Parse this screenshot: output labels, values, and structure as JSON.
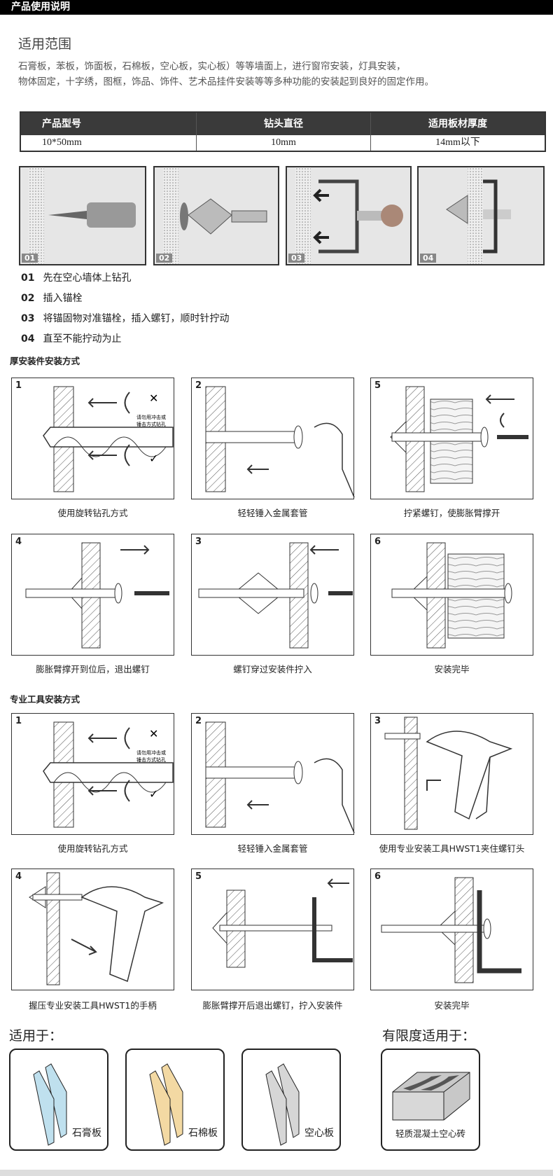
{
  "header": {
    "title": "产品使用说明"
  },
  "scope": {
    "title": "适用范围",
    "lines": [
      "石膏板，苯板，饰面板，石棉板，空心板，实心板）等等墙面上，进行窗帘安装，灯具安装，",
      "物体固定，十字绣，图框，饰品、饰件、艺术品挂件安装等等多种功能的安装起到良好的固定作用。"
    ]
  },
  "spec_table": {
    "headers": [
      "产品型号",
      "钻头直径",
      "适用板材厚度"
    ],
    "row": [
      "10*50mm",
      "10mm",
      "14mm以下"
    ]
  },
  "photos": [
    "01",
    "02",
    "03",
    "04"
  ],
  "steps": [
    {
      "num": "01",
      "text": "先在空心墙体上钻孔"
    },
    {
      "num": "02",
      "text": "插入锚栓"
    },
    {
      "num": "03",
      "text": "将锚固物对准锚栓，插入螺钉，顺时针拧动"
    },
    {
      "num": "04",
      "text": "直至不能拧动为止"
    }
  ],
  "section1": {
    "title": "厚安装件安装方式",
    "warning": [
      "请勿用冲击或",
      "锤击方式钻孔"
    ],
    "panels": [
      {
        "num": "1",
        "caption": "使用旋转钻孔方式"
      },
      {
        "num": "2",
        "caption": "轻轻锤入金属套管"
      },
      {
        "num": "5",
        "caption": "拧紧螺钉，使膨胀臂撑开"
      },
      {
        "num": "4",
        "caption": "膨胀臂撑开到位后，退出螺钉"
      },
      {
        "num": "3",
        "caption": "螺钉穿过安装件拧入"
      },
      {
        "num": "6",
        "caption": "安装完毕"
      }
    ]
  },
  "section2": {
    "title": "专业工具安装方式",
    "panels": [
      {
        "num": "1",
        "caption": "使用旋转钻孔方式"
      },
      {
        "num": "2",
        "caption": "轻轻锤入金属套管"
      },
      {
        "num": "3",
        "caption": "使用专业安装工具HWST1夹住螺钉头"
      },
      {
        "num": "4",
        "caption": "握压专业安装工具HWST1的手柄"
      },
      {
        "num": "5",
        "caption": "膨胀臂撑开后退出螺钉，拧入安装件"
      },
      {
        "num": "6",
        "caption": "安装完毕"
      }
    ]
  },
  "suitable": {
    "title": "适用于：",
    "items": [
      {
        "label": "石膏板",
        "color": "#bfe0ee"
      },
      {
        "label": "石棉板",
        "color": "#f3d9a3"
      },
      {
        "label": "空心板",
        "color": "#d6d6d6"
      }
    ]
  },
  "limited": {
    "title": "有限度适用于：",
    "item": "轻质混凝土空心砖"
  }
}
